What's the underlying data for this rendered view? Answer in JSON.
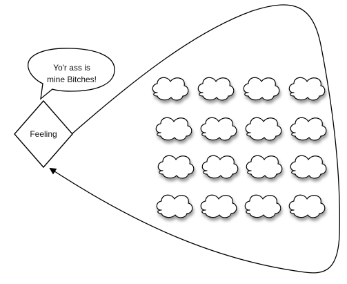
{
  "speech_bubble": {
    "line1": "Yo'r ass is",
    "line2": "mine Bitches!"
  },
  "diamond": {
    "label": "Feeling"
  },
  "clouds": {
    "rows": 4,
    "columns": 4
  },
  "colors": {
    "stroke": "#000000",
    "fill": "#ffffff",
    "shadow": "#7a7a7a",
    "text": "#111111"
  },
  "icons": {
    "arrow": "arrowhead-icon",
    "cloud": "cloud-icon"
  }
}
